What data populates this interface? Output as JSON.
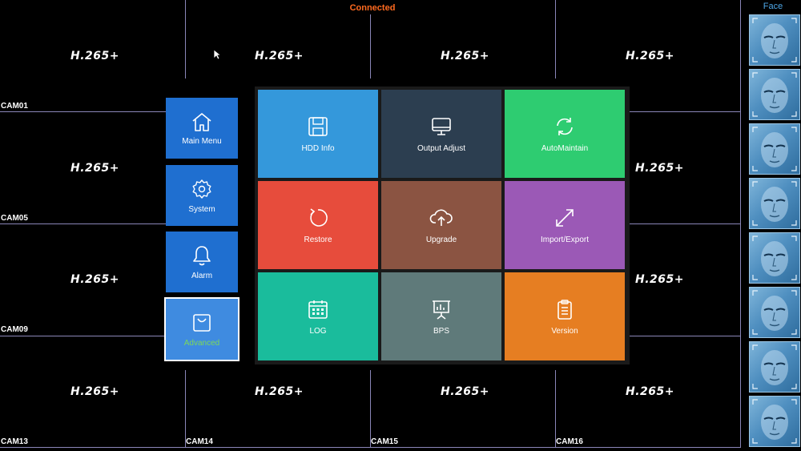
{
  "status": "Connected",
  "face_title": "Face",
  "codec_label": "H.265+",
  "cameras": [
    "CAM01",
    "CAM05",
    "CAM09",
    "CAM13",
    "CAM14",
    "CAM15",
    "CAM16"
  ],
  "side_menu": [
    {
      "label": "Main Menu",
      "icon": "home-icon"
    },
    {
      "label": "System",
      "icon": "gear-icon"
    },
    {
      "label": "Alarm",
      "icon": "bell-icon"
    },
    {
      "label": "Advanced",
      "icon": "bag-icon",
      "active": true
    }
  ],
  "tiles": [
    {
      "label": "HDD Info",
      "icon": "floppy-disk-icon",
      "color": "#3498db"
    },
    {
      "label": "Output Adjust",
      "icon": "monitor-icon",
      "color": "#2c3e50"
    },
    {
      "label": "AutoMaintain",
      "icon": "refresh-icon",
      "color": "#2ecc71"
    },
    {
      "label": "Restore",
      "icon": "restore-icon",
      "color": "#e74c3c"
    },
    {
      "label": "Upgrade",
      "icon": "cloud-upload-icon",
      "color": "#8b5442"
    },
    {
      "label": "Import/Export",
      "icon": "expand-arrows-icon",
      "color": "#9b59b6"
    },
    {
      "label": "LOG",
      "icon": "calendar-icon",
      "color": "#1abc9c"
    },
    {
      "label": "BPS",
      "icon": "presentation-icon",
      "color": "#5f7a7a"
    },
    {
      "label": "Version",
      "icon": "clipboard-icon",
      "color": "#e67e22"
    }
  ]
}
